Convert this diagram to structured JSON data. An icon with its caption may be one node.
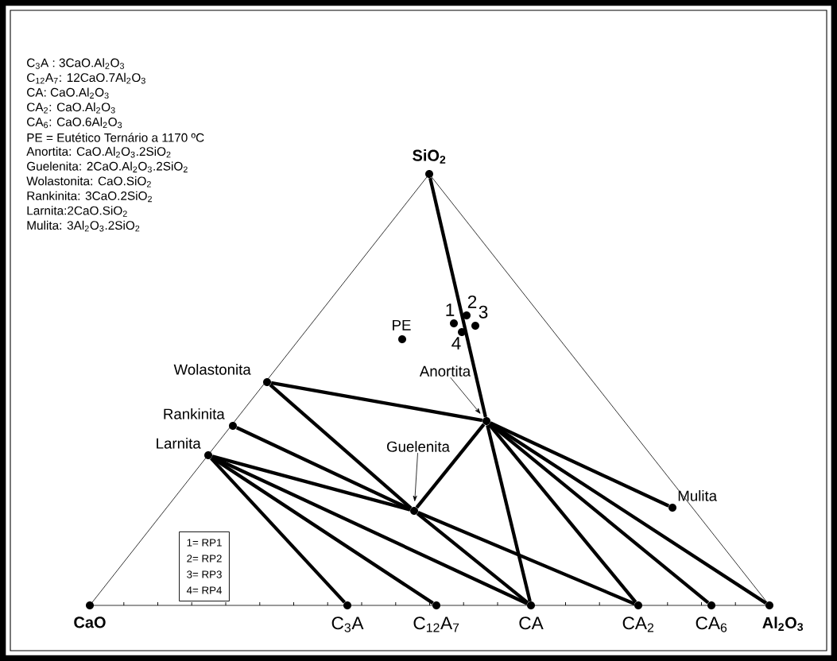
{
  "diagram": {
    "nodes": [
      {
        "text": [
          "SiO$_{2}$"
        ]
      },
      {
        "text": [
          "1"
        ]
      },
      {
        "text": [
          "2"
        ]
      },
      {
        "text": [
          "3"
        ]
      },
      {
        "text": [
          "PE"
        ]
      },
      {
        "text": [
          "4"
        ]
      },
      {
        "text": [
          "Anortita"
        ]
      },
      {
        "text": [
          "Wolastonita"
        ]
      },
      {
        "text": [],
        "shape": "circle"
      },
      {
        "text": [
          "Rankinita"
        ]
      },
      {
        "text": [
          "Guelenita"
        ]
      },
      {
        "text": [
          "Larnita"
        ]
      },
      {
        "text": [
          "Mulita"
        ]
      },
      {
        "text": [],
        "shape": "circle"
      },
      {
        "text": [
          "1= RP1",
          "2= RP2",
          "3= RP3",
          "4= RP4"
        ]
      },
      {
        "text": [
          "CaO"
        ]
      },
      {
        "text": [
          "C$_{3}$A"
        ]
      },
      {
        "text": [
          "C$_{12}$A$_{7}$"
        ]
      },
      {
        "text": [
          "CA"
        ]
      },
      {
        "text": [
          "CA$_{2}$"
        ]
      },
      {
        "text": [
          "CA$_{6}$"
        ]
      },
      {
        "text": [
          "Al$_{2}$O$_{3}$"
        ]
      }
    ],
    "edges": [
      {
        "from": 0,
        "to": 8,
        "arrow": "none"
      },
      {
        "from": 7,
        "to": 8,
        "arrow": "none"
      },
      {
        "from": 7,
        "to": 13,
        "arrow": "none"
      },
      {
        "from": 9,
        "to": 13,
        "arrow": "none"
      },
      {
        "from": 11,
        "to": 13,
        "arrow": "none"
      },
      {
        "from": 11,
        "to": 16,
        "arrow": "none"
      },
      {
        "from": 11,
        "to": 17,
        "arrow": "none"
      },
      {
        "from": 11,
        "to": 18,
        "arrow": "none"
      },
      {
        "from": 13,
        "to": 8,
        "arrow": "none"
      },
      {
        "from": 13,
        "to": 18,
        "arrow": "none"
      },
      {
        "from": 13,
        "to": 19,
        "arrow": "none"
      },
      {
        "from": 8,
        "to": 18,
        "arrow": "none"
      },
      {
        "from": 8,
        "to": 19,
        "arrow": "none"
      },
      {
        "from": 8,
        "to": 20,
        "arrow": "none"
      },
      {
        "from": 8,
        "to": 21,
        "arrow": "none"
      },
      {
        "from": 8,
        "to": 12,
        "arrow": "none"
      },
      {
        "from": 6,
        "to": 8,
        "arrow": "to"
      },
      {
        "from": 10,
        "to": 13,
        "arrow": "to"
      }
    ],
    "labels": [
      "C$_{3}$A : 3CaO.Al$_{2}$O$_{3}$",
      "C$_{12}$A$_{7}$: 12CaO.7Al$_{2}$O$_{3}$",
      "CA: CaO.Al$_{2}$O$_{3}$",
      "CA$_{2}$: CaO.Al$_{2}$O$_{3}$",
      "CA$_{6}$: CaO.6Al$_{2}$O$_{3}$",
      "PE = Eutético Ternário a 1170 ºC",
      "Anortita: CaO.Al$_{2}$O$_{3}$.2SiO$_{2}$",
      "Guelenita: 2CaO.Al$_{2}$O$_{3}$.2SiO$_{2}$",
      "Wolastonita: CaO.SiO$_{2}$",
      "Rankinita: 3CaO.2SiO$_{2}$",
      "Larnita:2CaO.SiO$_{2}$",
      "Mulita: 3Al$_{2}$O$_{3}$.2SiO$_{2}$"
    ]
  }
}
